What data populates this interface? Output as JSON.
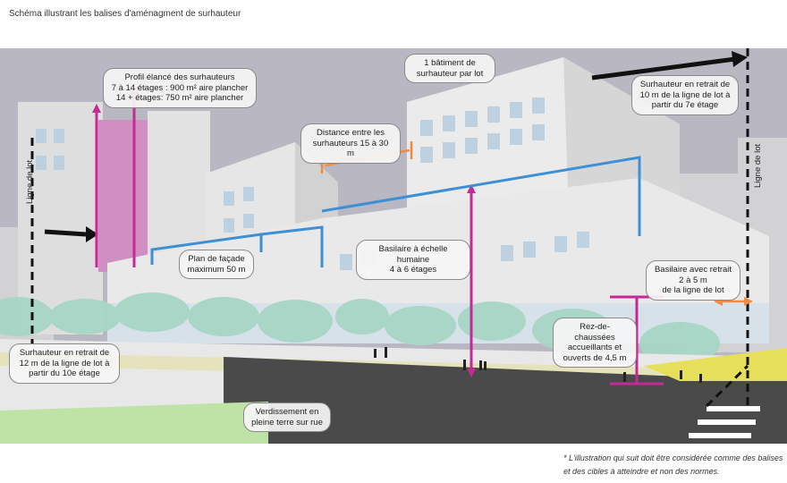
{
  "title": "Schéma illustrant les balises d'aménagment de surhauteur",
  "callouts": {
    "profil_elance": "Profil élancé des surhauteurs\n7 à 14 étages : 900 m² aire plancher\n14 + étages: 750 m² aire plancher",
    "un_batiment": "1 bâtiment de\nsurhauteur par lot",
    "retrait_10": "Surhauteur en retrait de\n10 m de la ligne de lot à\npartir du 7e étage",
    "distance": "Distance entre les\nsurhauteurs 15 à 30 m",
    "plan_facade": "Plan de façade\nmaximum 50 m",
    "basilaire_humaine": "Basilaire à échelle humaine\n4 à 6 étages",
    "basilaire_retrait": "Basilaire avec retrait\n2 à 5 m\nde la ligne de lot",
    "rez_chaussee": "Rez-de-chaussées\naccueillants et\nouverts de 4,5 m",
    "retrait_12": "Surhauteur en retrait de\n12 m de la ligne de lot à\npartir du 10e étage",
    "verdissement": "Verdissement en\npleine terre sur rue"
  },
  "lot_line_label": "Ligne de lot",
  "footnote": "* L'illustration qui suit doit être considérée comme des balises et des cibles à atteindre et non des normes.",
  "colors": {
    "sky": "#b9b7c2",
    "building": "#e4e4e2",
    "window": "#b9cfe0",
    "pink_tower": "#cf8fc2",
    "blue_outline": "#3d8fd6",
    "orange_arrow": "#f08a45",
    "magenta_marker": "#c42a94",
    "tree": "#a7d6c6",
    "road": "#4a4a4a",
    "yellow_plaza": "#e5df5a"
  }
}
